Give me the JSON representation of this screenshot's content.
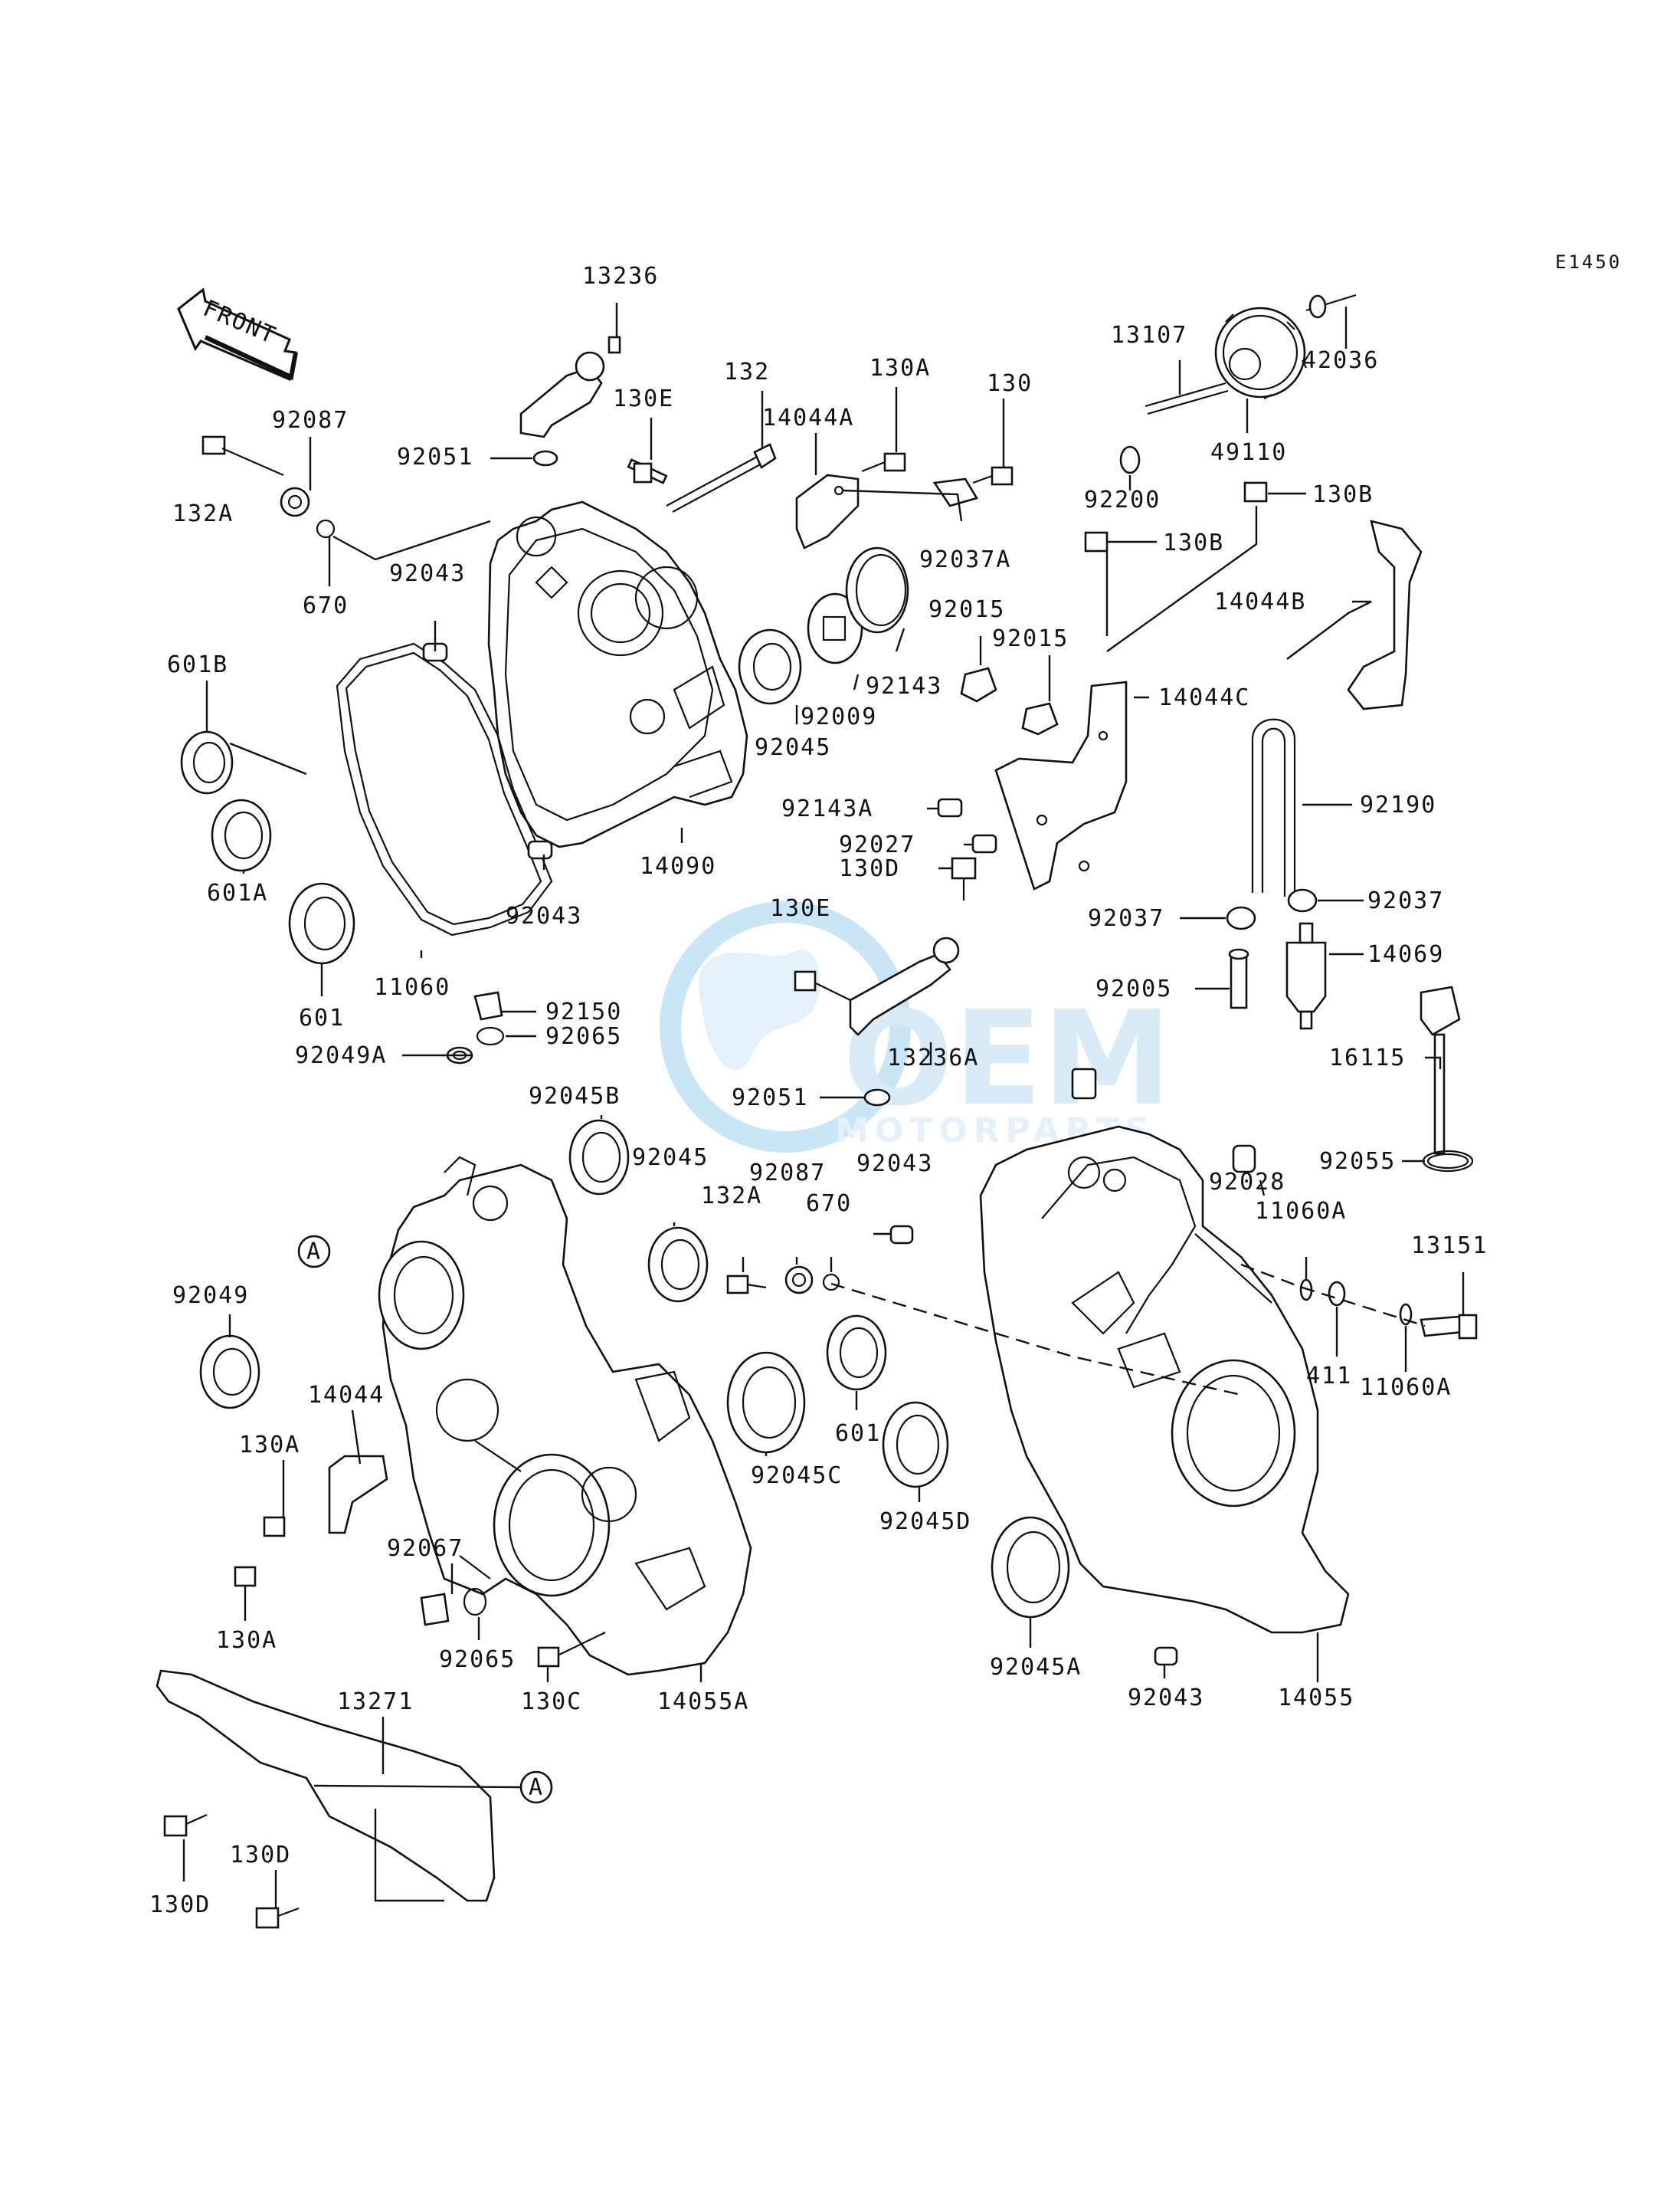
{
  "diagram_code": "E1450",
  "front_arrow_label": "FRONT",
  "view_marker": "A",
  "watermark": {
    "brand": "OEM",
    "subtitle": "MOTORPARTS",
    "color": "#b9dcf2"
  },
  "part_labels": [
    "13236",
    "92087",
    "132A",
    "92051",
    "130E",
    "132",
    "130A",
    "130",
    "14044A",
    "92037A",
    "670",
    "92043",
    "13107",
    "49110",
    "42036",
    "92200",
    "130B",
    "130B",
    "14044B",
    "601B",
    "92015",
    "92015",
    "92143",
    "92009",
    "92045",
    "14044C",
    "92190",
    "601A",
    "92143A",
    "92027",
    "130D",
    "14090",
    "92043",
    "601",
    "11060",
    "130E",
    "92037",
    "92037",
    "14069",
    "92005",
    "16115",
    "92150",
    "92065",
    "92049A",
    "13236A",
    "92045B",
    "92051",
    "92043",
    "92028",
    "92055",
    "92045",
    "92087",
    "132A",
    "670",
    "11060A",
    "13151",
    "92049",
    "411",
    "11060A",
    "14044",
    "601",
    "92045C",
    "130A",
    "92045D",
    "92067",
    "130A",
    "92065",
    "130C",
    "14055A",
    "92045A",
    "92043",
    "14055",
    "13271",
    "130D",
    "130D"
  ]
}
